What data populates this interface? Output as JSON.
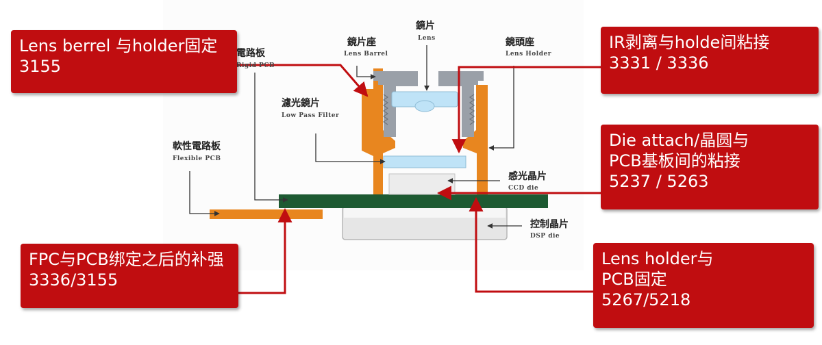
{
  "callouts": {
    "lens_barrel": {
      "line1": "Lens berrel 与holder固定",
      "line2": "3155"
    },
    "ir": {
      "line1": "IR剥离与holde间粘接",
      "line2": "3331 / 3336"
    },
    "die_attach": {
      "line1": "Die attach/晶圆与",
      "line2": "PCB基板间的粘接",
      "line3": "5237 / 5263"
    },
    "fpc": {
      "line1": "FPC与PCB绑定之后的补强",
      "line2": "3336/3155"
    },
    "holder": {
      "line1": "Lens holder与",
      "line2": "PCB固定",
      "line3": "5267/5218"
    }
  },
  "labels": {
    "lens": {
      "cn": "鏡片",
      "en": "Lens"
    },
    "lens_barrel": {
      "cn": "鏡片座",
      "en": "Lens Barrel"
    },
    "lens_holder": {
      "cn": "鏡頭座",
      "en": "Lens Holder"
    },
    "rigid_pcb": {
      "cn": "電路板",
      "en": "Rigid PCB"
    },
    "low_pass_filter": {
      "cn": "濾光鏡片",
      "en": "Low Pass Filter"
    },
    "flexible_pcb": {
      "cn": "軟性電路板",
      "en": "Flexible PCB"
    },
    "ccd_die": {
      "cn": "感光晶片",
      "en": "CCD die"
    },
    "dsp_die": {
      "cn": "控制晶片",
      "en": "DSP die"
    }
  },
  "colors": {
    "callout_red": "#c00d10",
    "holder_orange": "#e8861f",
    "pcb_green": "#1d5a32",
    "barrel_grey": "#9aa0a8",
    "glass_blue": "#bfe3f7",
    "arrow_red": "#c00d10"
  }
}
